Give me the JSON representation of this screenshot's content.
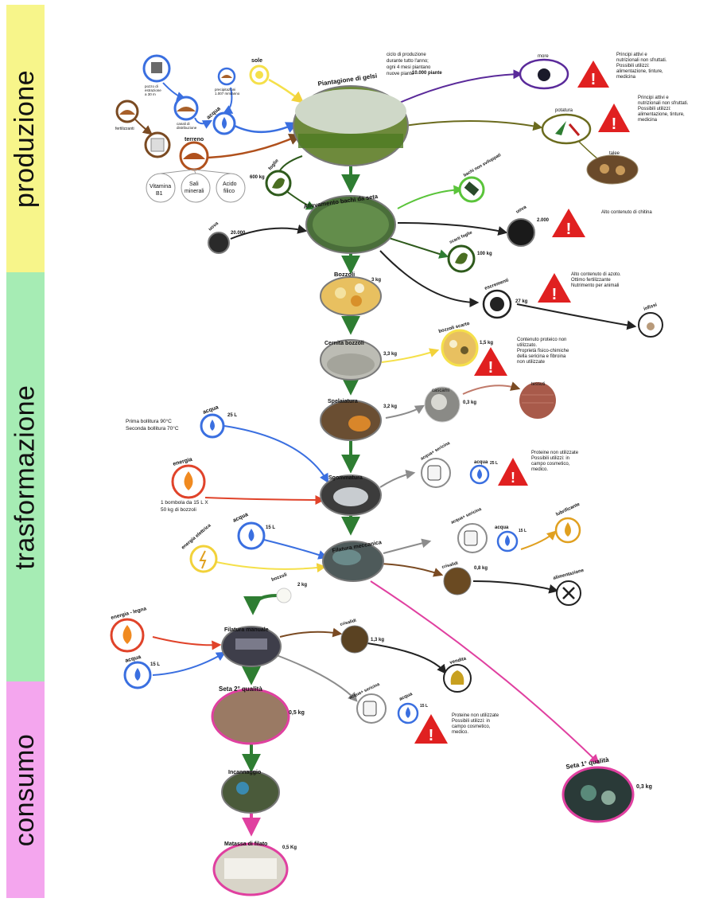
{
  "phases": {
    "produzione": "produzione",
    "trasformazione": "trasformazione",
    "consumo": "consumo"
  },
  "colors": {
    "produzione": "#f7f58a",
    "trasformazione": "#a6ecb4",
    "consumo": "#f4a6ee",
    "main_flow": "#2e7d32",
    "water": "#3a6fe0",
    "energy": "#e0432a",
    "sun": "#f5e04a",
    "waste": "#8c8c8c",
    "warning": "#e02020",
    "silk": "#e040a0"
  },
  "nodes": {
    "piantagione": {
      "title": "Piantagione di gelsi",
      "value": "10.000 piante",
      "note": [
        "ciclo di produzione",
        "durante tutto l'anno;",
        "ogni 4 mesi piantano",
        "nuove piante"
      ]
    },
    "allevamento": {
      "title": "Allevamento bachi da seta"
    },
    "bozzoli": {
      "title": "Bozzoli",
      "value": "3 kg"
    },
    "cernita": {
      "title": "Cernita bozzoli",
      "value": "3,3 kg"
    },
    "spelaiatura": {
      "title": "Spelaiatura",
      "value": "3,2 kg"
    },
    "sgommatura": {
      "title": "Sgommatura"
    },
    "filatura_mecc": {
      "title": "Filatura meccanica"
    },
    "filatura_man": {
      "title": "Filatura manuale"
    },
    "seta2": {
      "title": "Seta 2° qualità",
      "value": "0,5 kg"
    },
    "seta1": {
      "title": "Seta 1° qualità",
      "value": "0,3 kg"
    },
    "incannaggio": {
      "title": "Incannaggio"
    },
    "matassa": {
      "title": "Matassa di filato",
      "value": "0,5 Kg"
    }
  },
  "inputs": {
    "pozzo": [
      "pozzo di",
      "estrazione",
      "a 30 m"
    ],
    "canali": [
      "canali di",
      "distribuzione"
    ],
    "precipitazioni": [
      "precipitazioni",
      "1.007 mm/anno"
    ],
    "sole": "sole",
    "acqua_prod": "acqua",
    "fertilizzanti": "fertilizzanti",
    "terreno": "terreno",
    "vitamina": [
      "Vitamina",
      "B1"
    ],
    "sali": [
      "Sali",
      "minerali"
    ],
    "acido": [
      "Acido",
      "filico"
    ],
    "foglie": "foglie",
    "foglie_value": "600 kg",
    "uova_in": "uova",
    "uova_in_value": "20.000",
    "acqua_sgomm": "acqua",
    "acqua_sgomm_value": "25 L",
    "bollitura": [
      "Prima bollitura 90°C",
      "Seconda bollitura 70°C"
    ],
    "energia_sgomm": "energia",
    "bombola": [
      "1 bombola da 15 L X",
      "50 kg di bozzoli"
    ],
    "acqua_mecc": "acqua",
    "acqua_mecc_value": "15 L",
    "energia_elettrica": "energia elettrica",
    "bozzoli_man": "bozzoli",
    "bozzoli_man_value": "2 kg",
    "energia_legna": "energia - legna",
    "acqua_man": "acqua",
    "acqua_man_value": "15 L"
  },
  "outputs": {
    "more": "more",
    "warn_more": [
      "Principi attivi e",
      "nutrizionali non sfruttati.",
      "Possibili utilizzi:",
      "alimentazione, tinture,",
      "medicina"
    ],
    "potatura": "potatura",
    "warn_potatura": [
      "Principi attivi e",
      "nutrizionali non sfruttati.",
      "Possibili utilizzi:",
      "alimentazione, tinture,",
      "medicina"
    ],
    "talee": "talee",
    "bachi_non": "bachi non sviluppati",
    "uova_out": "uova",
    "uova_out_value": "2.000",
    "warn_uova": [
      "Alto contenuto di chitina"
    ],
    "scarti_foglie": "scarti foglie",
    "scarti_foglie_value": "100 kg",
    "escrementi": "escrementi",
    "escrementi_value": "27 kg",
    "warn_escrementi": [
      "Alto contenuto di azoto.",
      "Ottimo fertilizzante",
      "Nutrimento per animali"
    ],
    "infissi": "infissi",
    "bozzoli_scarto": "bozzoli scarto",
    "bozzoli_scarto_value": "1,5 kg",
    "warn_bozzoli": [
      "Contenuto proteico non",
      "utilizzato.",
      "Proprietà fisico-chimiche",
      "della sericina e fibroina",
      "non utilizzate"
    ],
    "cascami": "cascami",
    "cascami_value": "0,3 kg",
    "tessuti": "tessuti",
    "acqua_sericina": "acqua+ sericina",
    "acqua_sericina_val": "acqua",
    "acqua_sericina_value": "25 L",
    "warn_sericina": [
      "Proteine non utilizzate",
      "Possibili utilizzi: in",
      "campo cosmetico,",
      "medico."
    ],
    "acqua_sericina2": "acqua+ sericina",
    "acqua2": "acqua",
    "acqua2_value": "15 L",
    "lubrificante": "lubrificante",
    "crisalidi": "crisalidi",
    "crisalidi_value": "0,8 kg",
    "alimentazione": "alimentazione",
    "crisalidi2": "crisalidi",
    "crisalidi2_value": "1,3 kg",
    "vendita": "vendita",
    "acqua_sericina3": "acqua+ sericina",
    "acqua3": "acqua",
    "acqua3_value": "15 L",
    "warn_sericina3": [
      "Proteine non utilizzate",
      "Possibili utilizzi: in",
      "campo cosmetico,",
      "medico."
    ]
  }
}
